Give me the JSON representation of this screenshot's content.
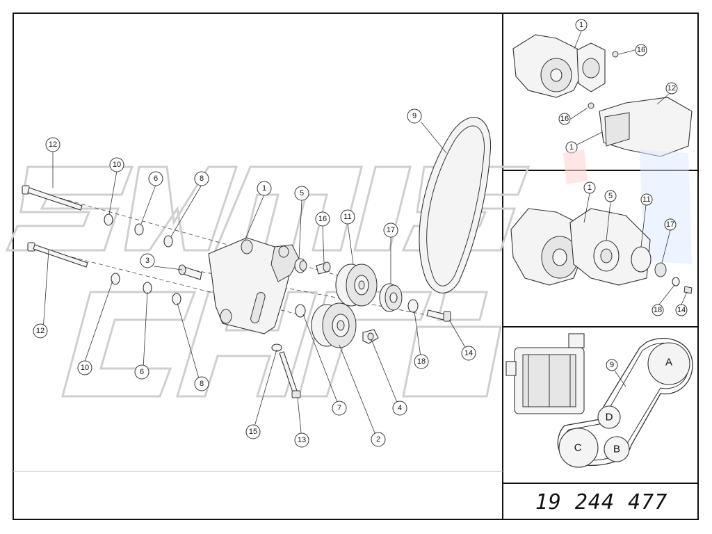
{
  "part_number": "19 244 477",
  "main_callouts": [
    {
      "id": "c12a",
      "label": "12"
    },
    {
      "id": "c10a",
      "label": "10"
    },
    {
      "id": "c6a",
      "label": "6"
    },
    {
      "id": "c8a",
      "label": "8"
    },
    {
      "id": "c1",
      "label": "1"
    },
    {
      "id": "c5",
      "label": "5"
    },
    {
      "id": "c16",
      "label": "16"
    },
    {
      "id": "c11",
      "label": "11"
    },
    {
      "id": "c17",
      "label": "17"
    },
    {
      "id": "c9",
      "label": "9"
    },
    {
      "id": "c3",
      "label": "3"
    },
    {
      "id": "c12b",
      "label": "12"
    },
    {
      "id": "c10b",
      "label": "10"
    },
    {
      "id": "c6b",
      "label": "6"
    },
    {
      "id": "c8b",
      "label": "8"
    },
    {
      "id": "c7",
      "label": "7"
    },
    {
      "id": "c4",
      "label": "4"
    },
    {
      "id": "c2",
      "label": "2"
    },
    {
      "id": "c18",
      "label": "18"
    },
    {
      "id": "c14",
      "label": "14"
    },
    {
      "id": "c15",
      "label": "15"
    },
    {
      "id": "c13",
      "label": "13"
    }
  ],
  "inset1_callouts": [
    {
      "label": "1"
    },
    {
      "label": "16"
    },
    {
      "label": "12"
    },
    {
      "label": "16"
    },
    {
      "label": "1"
    }
  ],
  "inset2_callouts": [
    {
      "label": "1"
    },
    {
      "label": "5"
    },
    {
      "label": "11"
    },
    {
      "label": "17"
    },
    {
      "label": "18"
    },
    {
      "label": "14"
    }
  ],
  "inset3_callouts": [
    {
      "label": "9"
    }
  ],
  "pulleys": [
    {
      "label": "A"
    },
    {
      "label": "D"
    },
    {
      "label": "C"
    },
    {
      "label": "B"
    }
  ]
}
